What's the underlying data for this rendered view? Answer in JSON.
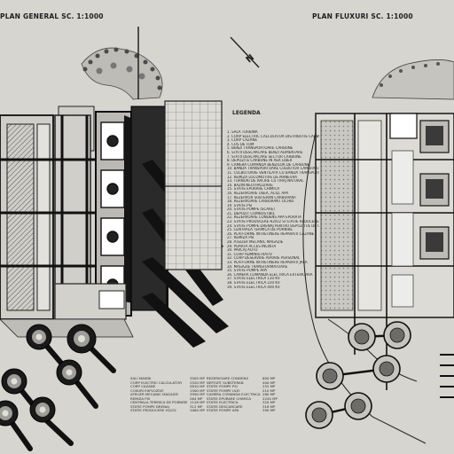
{
  "titles": {
    "left": "PLAN GENERAL SC. 1:1000",
    "right": "PLAN FLUXURI SC. 1:1000"
  },
  "north_arrow_letter": "N",
  "legend": {
    "heading": "LEGENDA",
    "items": [
      "1. SALA TURBINA",
      "2. CORP ELECTRIC CALCULATOR DISTRIBUTIE CARBUNE",
      "3. CORP CAZANE",
      "4. COS DE FUM",
      "5. BENZI TRANSPORTOARE CARBUNE",
      "6. STATII DESCARCARE BENZI ALIMENTARE",
      "7. STATII DESCARCARE SECTOR CARBUNE",
      "8. DEPOZITE CARBUNE IN AER LIBER",
      "9. CAMERA COMANDA BENZILOR DE CARBUNE",
      "10. BANDA TRANSPORTOARE CULBUTOR CAMERA COMANDA",
      "11. CULBUTOARE VENTILATA CU BANDA TRANSPORTOARE",
      "12. REMIZA LOCOMOTIVE DE MANEVRA",
      "13. TURNURI DE RACIRE CU TIRAJ NATURAL",
      "14. BAZIN NEUTRALIZARE",
      "15. STATIE EPURARE CHIMICA",
      "16. REZERVOARE USEA, ACID, APA",
      "17. REZERVOR SUBTERAN CARBURANT",
      "18. REZERVOARE CARBURANT LICHID",
      "19. STATIE PSI",
      "20. STATIE POMPE (SCARE)",
      "21. DEPOZIT COMBUSTIBIL",
      "22. REZERVOARE CONDENS APA EPURATA",
      "23. STATIE PRODUCERE H2/O2 SI STATIE REDUCERE",
      "24. STATIE POMPE DRENAJ PENTRU DEPOZITUL DE CARBUNE",
      "25. CENTRALA TERMICA DE PORNIRE",
      "26. PLATFORME INTRETINERE REPARATII CAZANE",
      "27. REMIZA PSI",
      "28. ATELIER MECANIC MAGAZIE",
      "29. POARTA ACCES INCINTA",
      "30. PARCAJ AUTO",
      "31. CORP ADMINISTRATIV",
      "32. CORP DESERVIRE AVRARE PERSONAL",
      "33. PLATFORME INTRETINERE REPARATII JALA",
      "34. MAGAZIE TRANSFORMATOARE",
      "35. STATIE POMPE APA",
      "36. CAMERA COMANDA ELECTRICA EXTERIOARA",
      "37. STATIE ELECTRICA 110 KV",
      "38. STATIE ELECTRICA 220 KV",
      "39. STATIE ELECTRICA 400 KV"
    ]
  },
  "area_table": [
    [
      "SALI MASINI",
      "3505 MP",
      "REZERVOARE CONDENS",
      "600 MP"
    ],
    [
      "CORP ELECTRIC CALCULATOR",
      "2520 MP",
      "DEPOZIT SUBSTERAN",
      "400 MP"
    ],
    [
      "CORP CAZANE",
      "5810 MP",
      "STATIE POMPE PSI",
      "252 MP"
    ],
    [
      "COSURI EXPLOZIVE",
      "1500 MP",
      "STATIE POMPE ULEI",
      "210 MP"
    ],
    [
      "ATELIER MECANIC MAGAZIE",
      "3990 MP",
      "CAMERA COMANDA ELECTRICA",
      "280 MP"
    ],
    [
      "REMIZA PSI",
      "264 MP",
      "STATIE EPURARE CHIMICA",
      "2250 MP"
    ],
    [
      "CENTRALA TERMICA DE PORNIRE",
      "1128 MP",
      "STATIE ELECTRICA",
      "320 MP"
    ],
    [
      "STATIE POMPE DRENAJ",
      "312 MP",
      "STATIE DESCARCARE",
      "318 MP"
    ],
    [
      "STATIE PRODUCERE H2/O2",
      "1064 MP",
      "STATIE POMPE APA",
      "390 MP"
    ]
  ]
}
